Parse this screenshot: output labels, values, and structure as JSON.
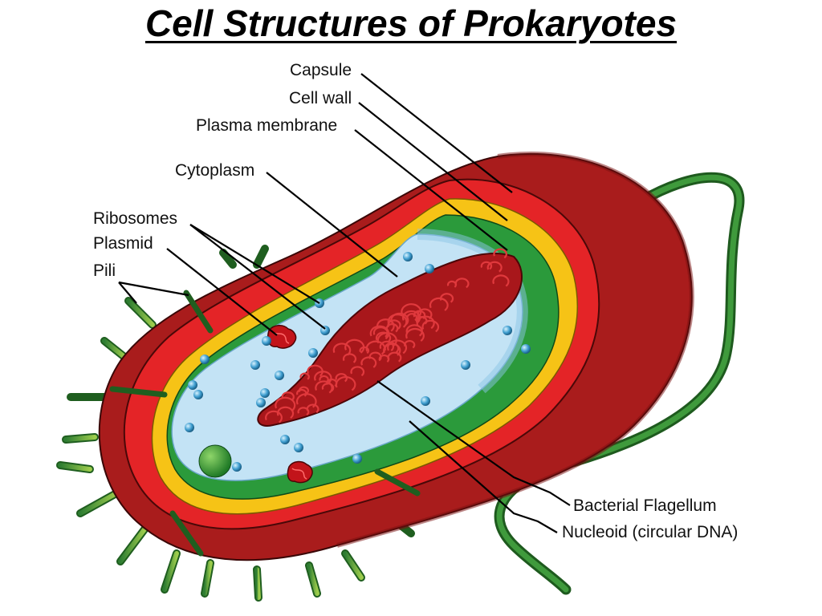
{
  "title": "Cell Structures of Prokaryotes",
  "labels": {
    "capsule": "Capsule",
    "cell_wall": "Cell wall",
    "plasma_membrane": "Plasma membrane",
    "cytoplasm": "Cytoplasm",
    "ribosomes": "Ribosomes",
    "plasmid": "Plasmid",
    "pili": "Pili",
    "flagellum": "Bacterial Flagellum",
    "nucleoid": "Nucleoid (circular DNA)"
  },
  "colors": {
    "capsule": "#b01e1e",
    "cell_wall_red": "#e32226",
    "wall_yellow": "#f5c016",
    "membrane_green": "#2a9a3a",
    "cytoplasm": "#bfe1f4",
    "nucleoid": "#a8171b",
    "flagellum": "#2f7a2e",
    "pili": "#7fbf3a"
  }
}
